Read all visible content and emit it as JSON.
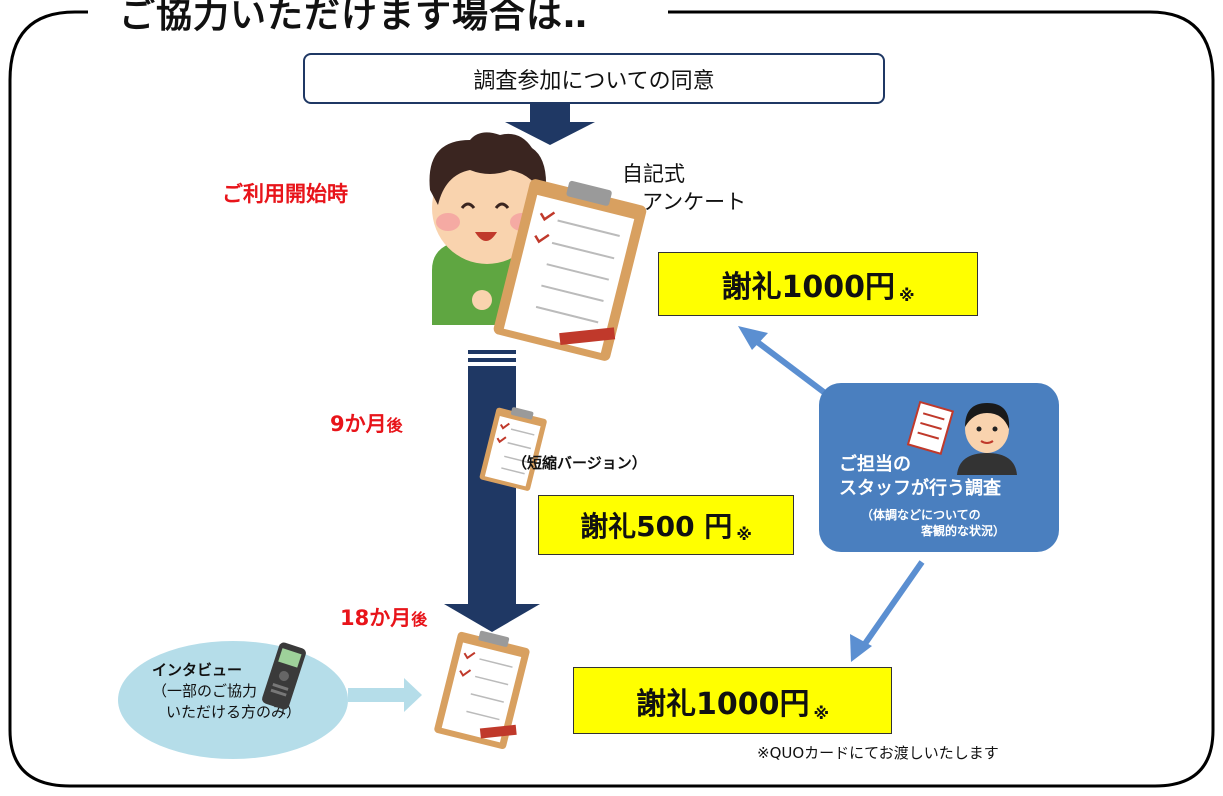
{
  "page": {
    "title": "ご協力いただけます場合は‥"
  },
  "consent": {
    "label": "調査参加についての同意"
  },
  "start": {
    "time_label": "ご利用開始時",
    "survey_label_line1": "自記式",
    "survey_label_line2": "アンケート",
    "reward_label": "謝礼1000円",
    "reward_mark": "※"
  },
  "month9": {
    "time_label": "9か月",
    "time_suffix": "後",
    "note": "（短縮バージョン）",
    "reward_label": "謝礼500 円",
    "reward_mark": "※"
  },
  "month18": {
    "time_label": "18か月",
    "time_suffix": "後",
    "reward_label": "謝礼1000円",
    "reward_mark": "※"
  },
  "staff": {
    "line1": "ご担当の",
    "line2": "スタッフが行う調査",
    "sub1": "（体調などについての",
    "sub2": "客観的な状況）"
  },
  "interview": {
    "title": "インタビュー",
    "line1": "（一部のご協力",
    "line2": "いただける方のみ）"
  },
  "footnote": "※QUOカードにてお渡しいたします",
  "colors": {
    "navy": "#1f3864",
    "red": "#e8141a",
    "yellow": "#ffff00",
    "staff_blue": "#4a7fbf",
    "interview_blue": "#b5dde9",
    "connector_blue": "#5b8fd1"
  }
}
